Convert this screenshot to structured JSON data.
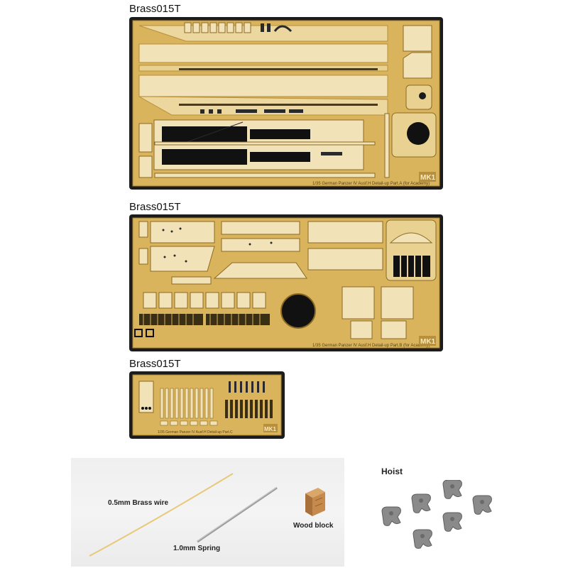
{
  "sheets": [
    {
      "title": "Brass015T",
      "caption": "1/35 German Panzer IV Ausf.H Detail-up Part.A (for Academy)",
      "logo": "MK1"
    },
    {
      "title": "Brass015T",
      "caption": "1/35 German Panzer IV Ausf.H Detail-up Part.B (for Academy)",
      "logo": "MK1"
    },
    {
      "title": "Brass015T",
      "caption": "1/35 German Panzer IV Ausf.H Detail-up Part.C",
      "logo": "MK1"
    }
  ],
  "accessories": {
    "brass_wire": "0.5mm Brass wire",
    "spring": "1.0mm Spring",
    "wood_block": "Wood block",
    "hoist": "Hoist"
  },
  "colors": {
    "brass": "#d9b45c",
    "brass_dark": "#b88f3a",
    "part_light": "#f2e2b8",
    "frame": "#1c1c1c",
    "hoist": "#8a8a8a"
  }
}
